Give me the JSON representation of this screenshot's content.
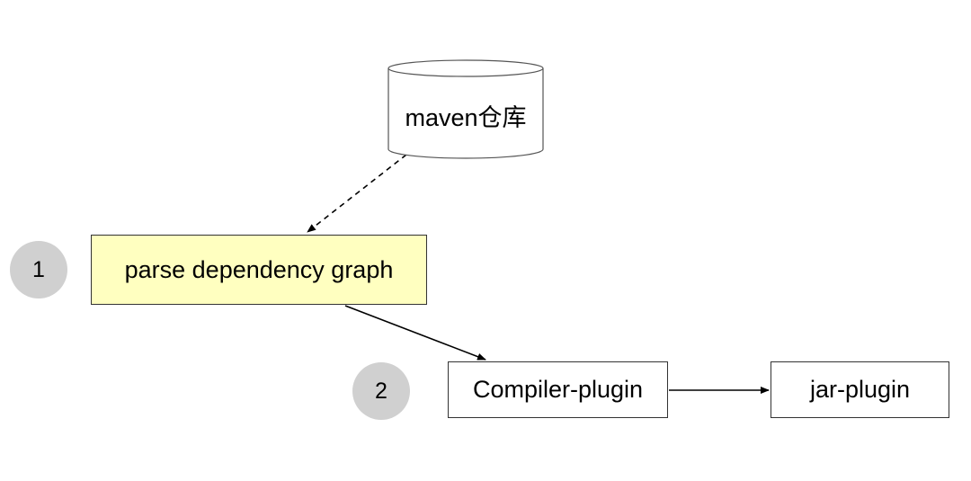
{
  "diagram": {
    "nodes": {
      "maven": {
        "label": "maven仓库",
        "shape": "cylinder"
      },
      "parse": {
        "label": "parse dependency graph",
        "fill": "#ffffc0"
      },
      "compiler": {
        "label": "Compiler-plugin"
      },
      "jar": {
        "label": "jar-plugin"
      }
    },
    "steps": [
      {
        "number": "1"
      },
      {
        "number": "2"
      }
    ],
    "edges": [
      {
        "from": "maven",
        "to": "parse",
        "style": "dashed"
      },
      {
        "from": "parse",
        "to": "compiler",
        "style": "solid"
      },
      {
        "from": "compiler",
        "to": "jar",
        "style": "solid"
      }
    ],
    "colors": {
      "highlight_fill": "#ffffc0",
      "step_circle": "#d0d0d0",
      "stroke": "#333333"
    }
  }
}
